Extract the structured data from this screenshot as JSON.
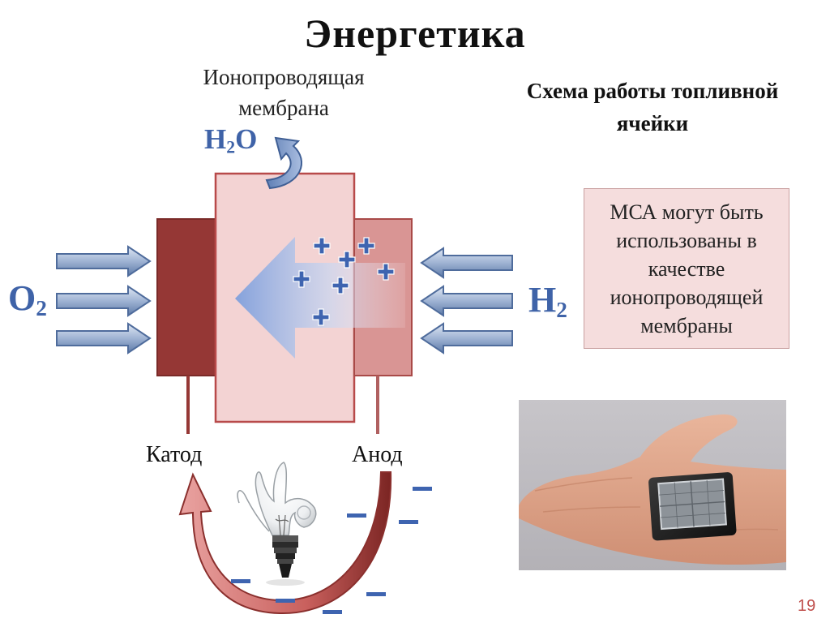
{
  "slide": {
    "title": "Энергетика",
    "page_number": "19"
  },
  "diagram": {
    "membrane_label": "Ионопроводящая мембрана",
    "water": {
      "main": "H",
      "sub": "2",
      "tail": "O"
    },
    "oxygen": {
      "main": "O",
      "sub": "2"
    },
    "hydrogen": {
      "main": "H",
      "sub": "2"
    },
    "cathode_label": "Катод",
    "anode_label": "Анод",
    "ion_symbol": "+",
    "electron_symbol": "−",
    "colors": {
      "cathode": "#953735",
      "membrane_fill": "#f3d3d3",
      "membrane_border": "#b84a4a",
      "anode": "#d99594",
      "gas_arrow": "#4f6c9c",
      "ion_arrow": "#8aa8e0",
      "circuit_arrow": "#c0504d",
      "chem_text": "#3f63a8"
    }
  },
  "scheme": {
    "title": "Схема работы топливной ячейки"
  },
  "note": {
    "text": "МСА могут быть использованы в качестве ионопроводящей мембраны"
  },
  "photo": {
    "subject": "fuel cell on palm of hand"
  }
}
